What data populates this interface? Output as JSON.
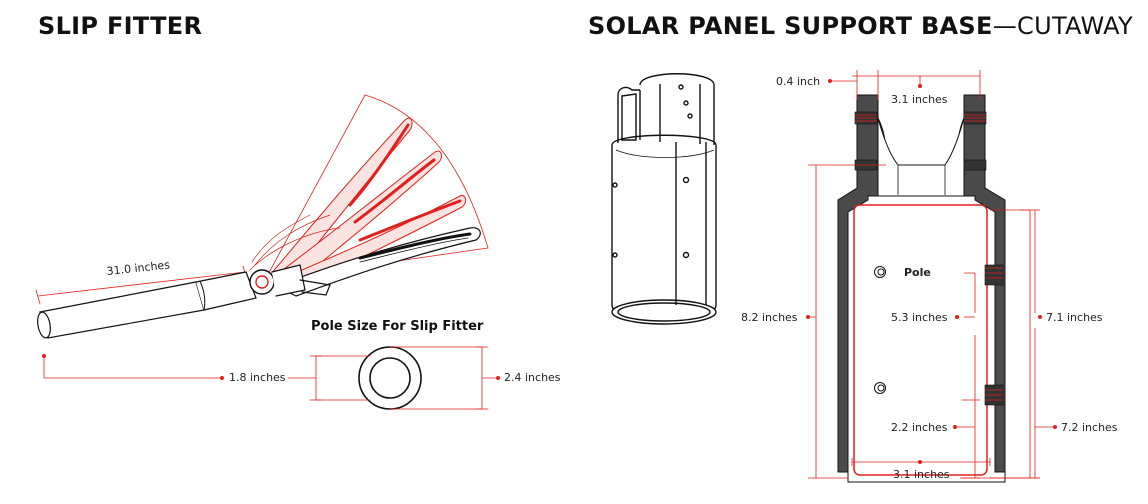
{
  "slip_fitter": {
    "title": "SLIP FITTER",
    "arm_length": "31.0 inches",
    "pole_size_title": "Pole Size For Slip Fitter",
    "inner_diameter": "1.8 inches",
    "outer_diameter": "2.4 inches"
  },
  "support_base": {
    "title_main": "SOLAR PANEL SUPPORT BASE",
    "title_suffix": "—CUTAWAY",
    "wall": "0.4 inch",
    "top_width": "3.1 inches",
    "pole_label": "Pole",
    "total_height": "8.2 inches",
    "insert_depth": "5.3 inches",
    "right_height_upper": "7.1 inches",
    "lower_offset": "2.2 inches",
    "right_height_lower": "7.2 inches",
    "bottom_width": "3.1 inches"
  },
  "colors": {
    "dimension": "#e0201c",
    "outline": "#111111",
    "wall_fill": "#4a4a4a"
  }
}
